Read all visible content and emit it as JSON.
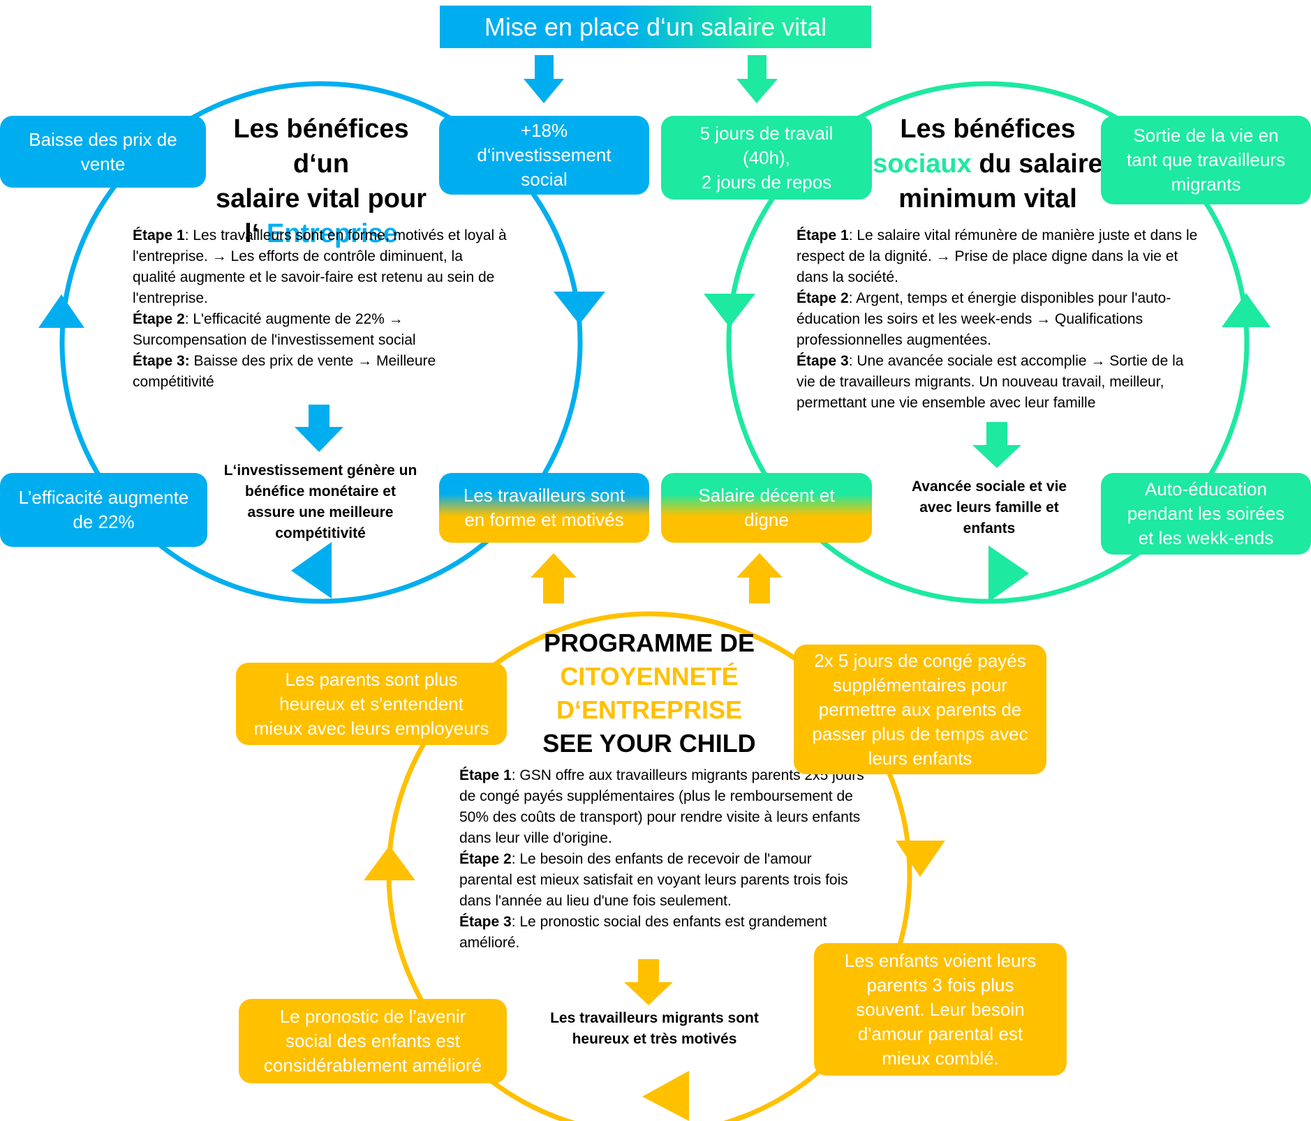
{
  "colors": {
    "blue": "#00aeef",
    "green": "#1de9a0",
    "yellow": "#ffc000",
    "text": "#000000"
  },
  "top_banner": "Mise en place d‘un salaire vital",
  "enterprise": {
    "heading_line1": "Les bénéfices d‘un",
    "heading_line2": "salaire vital pour",
    "heading_line3_prefix": "l‘ ",
    "heading_line3_highlight": "Entreprise",
    "steps": [
      {
        "label": "Étape 1",
        "text": ": Les travailleurs sont en forme, motivés et loyal à l'entreprise. → Les efforts de contrôle diminuent, la qualité augmente et le savoir-faire est retenu au sein de l'entreprise."
      },
      {
        "label": "Étape 2",
        "text": ": L'efficacité augmente de 22% → Surcompensation de l'investissement social"
      },
      {
        "label": "Étape 3:",
        "text": " Baisse des prix de vente → Meilleure compétitivité"
      }
    ],
    "result": "L‘investissement génère un\nbénéfice monétaire et\nassure une meilleure\ncompétitivité",
    "box_investment": "+18%\nd‘investissement\nsocial",
    "box_fit": "Les travailleurs sont\nen forme et motivés",
    "box_efficiency": "L’efficacité augmente\nde 22%",
    "box_prices": "Baisse des prix de\nvente"
  },
  "social": {
    "heading_line1": "Les bénéfices",
    "heading_line2_highlight": "sociaux",
    "heading_line2_suffix": " du salaire",
    "heading_line3": "minimum vital",
    "steps": [
      {
        "label": "Étape 1",
        "text": ": Le salaire vital rémunère de manière juste et dans le respect de la dignité. → Prise de place digne dans la vie et dans la société."
      },
      {
        "label": "Étape 2",
        "text": ": Argent, temps et énergie disponibles pour l'auto-éducation les soirs et les week-ends → Qualifications professionnelles augmentées."
      },
      {
        "label": "Étape 3",
        "text": ": Une avancée sociale est accomplie → Sortie de la vie de travailleurs migrants. Un nouveau travail, meilleur,  permettant une vie ensemble avec leur famille"
      }
    ],
    "result": "Avancée sociale et vie\navec leurs famille et\nenfants",
    "box_days": "5 jours de travail\n(40h),\n2 jours de repos",
    "box_exit": "Sortie de la vie en\ntant que travailleurs\nmigrants",
    "box_salary": "Salaire décent et\ndigne",
    "box_education": "Auto-éducation\npendant les soirées\net les wekk-ends"
  },
  "program": {
    "heading_line1": "PROGRAMME DE",
    "heading_line2": "CITOYENNETÉ",
    "heading_line3": "D‘ENTREPRISE",
    "heading_line4": "SEE YOUR CHILD",
    "steps": [
      {
        "label": "Étape 1",
        "text": ": GSN offre aux travailleurs migrants parents 2x5 jours de congé payés supplémentaires (plus le remboursement de 50% des coûts de transport) pour rendre visite à leurs enfants dans leur ville d'origine."
      },
      {
        "label": "Étape 2",
        "text": ": Le besoin des enfants de recevoir de l'amour parental est mieux satisfait en voyant leurs parents trois fois dans l'année au lieu d'une fois seulement."
      },
      {
        "label": "Étape 3",
        "text": ": Le pronostic social des enfants est grandement amélioré."
      }
    ],
    "result": "Les travailleurs migrants sont\nheureux et très motivés",
    "box_parents": "Les parents sont plus\nheureux et s'entendent\nmieux avec leurs employeurs",
    "box_leave": "2x 5 jours de congé payés\nsupplémentaires pour\npermettre aux parents de\npasser plus de temps avec\nleurs enfants",
    "box_children": "Les enfants voient leurs\nparents 3 fois plus\nsouvent. Leur besoin\nd'amour parental est\nmieux comblé.",
    "box_prognosis": "Le pronostic de l'avenir\nsocial des enfants est\nconsidérablement amélioré"
  }
}
